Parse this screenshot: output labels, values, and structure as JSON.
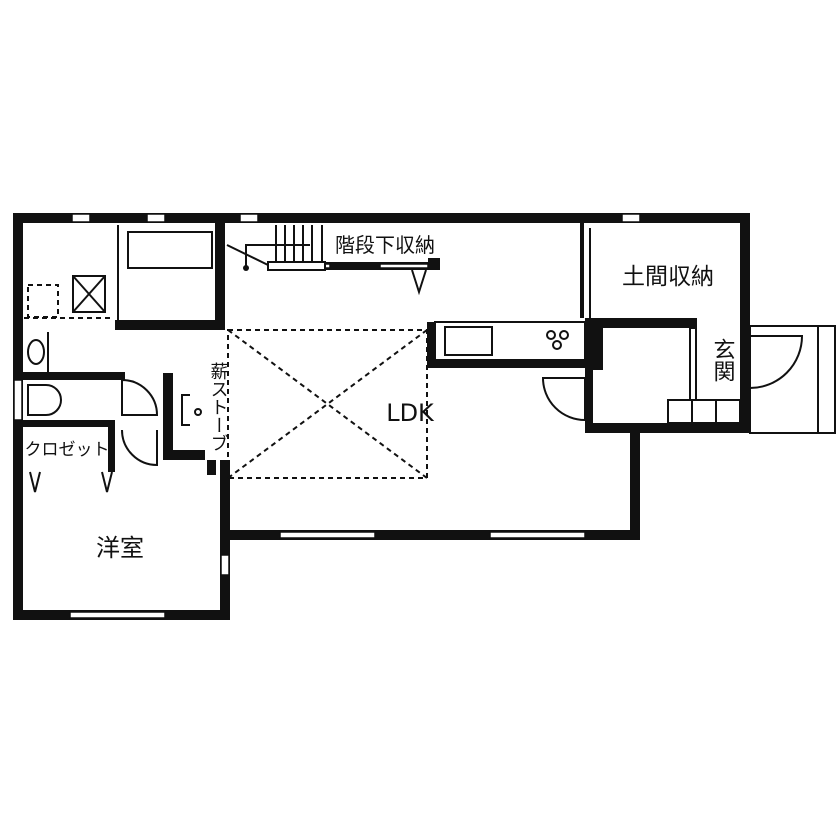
{
  "rooms": {
    "ldk": "LDK",
    "western_room": "洋室",
    "earthen_storage": "土間収納",
    "entrance": "玄関",
    "under_stair_storage": "階段下収納",
    "wood_stove": "薪ストーブ",
    "closet": "クロゼット"
  },
  "colors": {
    "wall": "#111111",
    "background": "#ffffff"
  }
}
